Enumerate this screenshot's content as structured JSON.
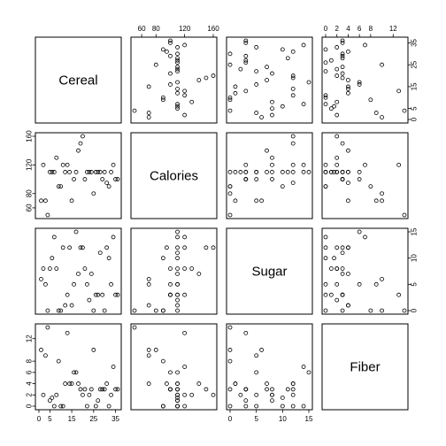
{
  "chart_data": {
    "type": "scatter",
    "subtype": "scatterplot-matrix",
    "variables": [
      {
        "name": "Cereal",
        "lim": [
          0,
          36
        ],
        "ticks": [
          0,
          5,
          15,
          25,
          35
        ]
      },
      {
        "name": "Calories",
        "lim": [
          50,
          160
        ],
        "ticks": [
          60,
          80,
          120,
          160
        ]
      },
      {
        "name": "Sugar",
        "lim": [
          0,
          15
        ],
        "ticks": [
          0,
          5,
          10,
          15
        ]
      },
      {
        "name": "Fiber",
        "lim": [
          0,
          14
        ],
        "ticks": [
          0,
          2,
          4,
          6,
          8,
          12
        ]
      }
    ],
    "tick_placement": {
      "Cereal": "bottom",
      "Calories": "top-and-left",
      "Sugar": "right",
      "Fiber": "top-and-left"
    },
    "observations": [
      {
        "Cereal": 1,
        "Calories": 70,
        "Sugar": 6,
        "Fiber": 10
      },
      {
        "Cereal": 2,
        "Calories": 120,
        "Sugar": 8,
        "Fiber": 2
      },
      {
        "Cereal": 3,
        "Calories": 70,
        "Sugar": 5,
        "Fiber": 9
      },
      {
        "Cereal": 4,
        "Calories": 50,
        "Sugar": 0,
        "Fiber": 14
      },
      {
        "Cereal": 5,
        "Calories": 110,
        "Sugar": 8,
        "Fiber": 1
      },
      {
        "Cereal": 6,
        "Calories": 110,
        "Sugar": 10,
        "Fiber": 1.5
      },
      {
        "Cereal": 7,
        "Calories": 110,
        "Sugar": 14,
        "Fiber": 0
      },
      {
        "Cereal": 8,
        "Calories": 130,
        "Sugar": 8,
        "Fiber": 2
      },
      {
        "Cereal": 9,
        "Calories": 90,
        "Sugar": 0,
        "Fiber": 8
      },
      {
        "Cereal": 10,
        "Calories": 90,
        "Sugar": 0,
        "Fiber": 0
      },
      {
        "Cereal": 11,
        "Calories": 120,
        "Sugar": 12,
        "Fiber": 0
      },
      {
        "Cereal": 12,
        "Calories": 110,
        "Sugar": 1,
        "Fiber": 4
      },
      {
        "Cereal": 13,
        "Calories": 120,
        "Sugar": 3,
        "Fiber": 13
      },
      {
        "Cereal": 14,
        "Calories": 110,
        "Sugar": 12,
        "Fiber": 4
      },
      {
        "Cereal": 15,
        "Calories": 70,
        "Sugar": 1,
        "Fiber": 4
      },
      {
        "Cereal": 16,
        "Calories": 100,
        "Sugar": 5,
        "Fiber": 6
      },
      {
        "Cereal": 17,
        "Calories": 110,
        "Sugar": 15,
        "Fiber": 6
      },
      {
        "Cereal": 18,
        "Calories": 140,
        "Sugar": 7,
        "Fiber": 4
      },
      {
        "Cereal": 19,
        "Calories": 150,
        "Sugar": 12,
        "Fiber": 3
      },
      {
        "Cereal": 20,
        "Calories": 160,
        "Sugar": 12,
        "Fiber": 2
      },
      {
        "Cereal": 21,
        "Calories": 100,
        "Sugar": 8,
        "Fiber": 3
      },
      {
        "Cereal": 22,
        "Calories": 110,
        "Sugar": 5,
        "Fiber": 0
      },
      {
        "Cereal": 23,
        "Calories": 110,
        "Sugar": 2,
        "Fiber": 2
      },
      {
        "Cereal": 24,
        "Calories": 110,
        "Sugar": 7,
        "Fiber": 3
      },
      {
        "Cereal": 25,
        "Calories": 80,
        "Sugar": 0,
        "Fiber": 10
      },
      {
        "Cereal": 26,
        "Calories": 110,
        "Sugar": 3,
        "Fiber": 0
      },
      {
        "Cereal": 27,
        "Calories": 110,
        "Sugar": 3,
        "Fiber": 1
      },
      {
        "Cereal": 28,
        "Calories": 110,
        "Sugar": 11,
        "Fiber": 3
      },
      {
        "Cereal": 29,
        "Calories": 100,
        "Sugar": 3,
        "Fiber": 3
      },
      {
        "Cereal": 30,
        "Calories": 110,
        "Sugar": 0,
        "Fiber": 3
      },
      {
        "Cereal": 31,
        "Calories": 95,
        "Sugar": 12,
        "Fiber": 4
      },
      {
        "Cereal": 32,
        "Calories": 90,
        "Sugar": 10,
        "Fiber": 0
      },
      {
        "Cereal": 33,
        "Calories": 110,
        "Sugar": 5,
        "Fiber": 2
      },
      {
        "Cereal": 34,
        "Calories": 120,
        "Sugar": 14,
        "Fiber": 7
      },
      {
        "Cereal": 35,
        "Calories": 100,
        "Sugar": 3,
        "Fiber": 3
      },
      {
        "Cereal": 36,
        "Calories": 100,
        "Sugar": 3,
        "Fiber": 3
      }
    ]
  }
}
